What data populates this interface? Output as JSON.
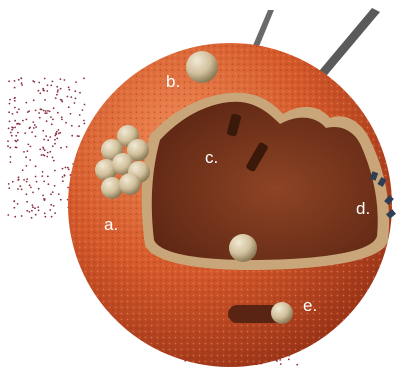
{
  "diagram": {
    "labels": {
      "a": "a.",
      "b": "b.",
      "c": "c.",
      "d": "d.",
      "e": "e."
    },
    "colors": {
      "membrane_outer": "#d4582a",
      "membrane_dark": "#a8361a",
      "interior": "#7d3a1f",
      "interior_dark": "#5a2412",
      "rim": "#c9a679",
      "vesicle": "#d8c9a8",
      "rod": "#5a5a5a",
      "dots": "#8a3040",
      "channel": "#2f3e55"
    }
  }
}
